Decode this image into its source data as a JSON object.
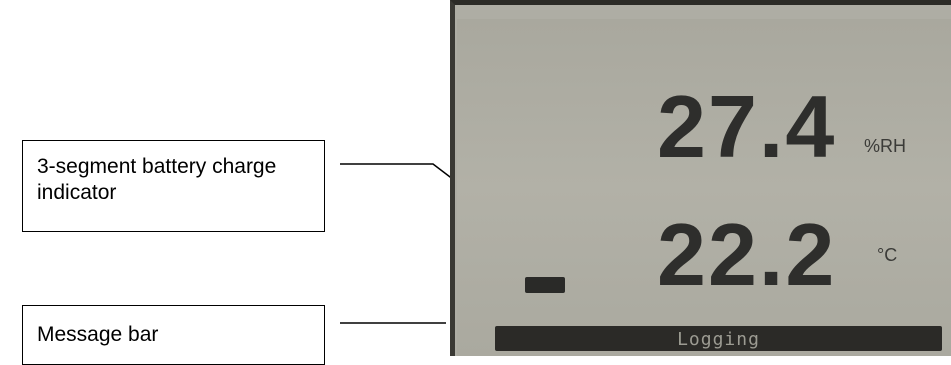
{
  "callouts": {
    "battery": "3-segment battery charge indicator",
    "message": "Message bar"
  },
  "display": {
    "humidity_value": "27.4",
    "humidity_unit": "%RH",
    "temperature_value": "22.2",
    "temperature_unit": "°C",
    "message": "Logging"
  },
  "colors": {
    "lcd_background": "#aeada4",
    "segment": "#2e2e2c",
    "message_bar": "#2b2a27"
  }
}
